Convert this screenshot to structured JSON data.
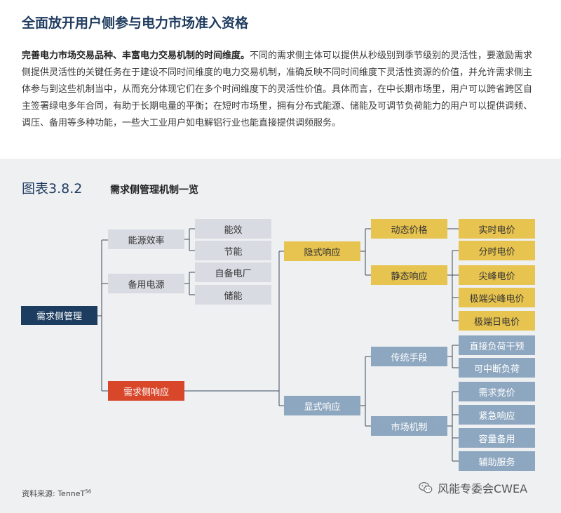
{
  "heading": "全面放开用户侧参与电力市场准入资格",
  "paragraph": {
    "lead": "完善电力市场交易品种、丰富电力交易机制的时间维度。",
    "body": "不同的需求侧主体可以提供从秒级别到季节级别的灵活性，要激励需求侧提供灵活性的关键任务在于建设不同时间维度的电力交易机制，准确反映不同时间维度下灵活性资源的价值，并允许需求侧主体参与到这些机制当中，从而充分体现它们在多个时间维度下的灵活性价值。具体而言，在中长期市场里，用户可以跨省跨区自主签署绿电多年合同，有助于长期电量的平衡；在短时市场里，拥有分布式能源、储能及可调节负荷能力的用户可以提供调频、调压、备用等多种功能，一些大工业用户如电解铝行业也能直接提供调频服务。"
  },
  "figure": {
    "number": "图表3.8.2",
    "title": "需求侧管理机制一览",
    "nodes": {
      "root": "需求侧管理",
      "energy_efficiency": "能源效率",
      "backup_power": "备用电源",
      "demand_response": "需求侧响应",
      "energy_eff": "能效",
      "energy_saving": "节能",
      "own_plant": "自备电厂",
      "storage": "储能",
      "implicit": "隐式响应",
      "explicit": "显式响应",
      "dynamic_price": "动态价格",
      "static_response": "静态响应",
      "realtime_price": "实时电价",
      "tou_price": "分时电价",
      "peak_price": "尖峰电价",
      "extreme_peak_price": "极端尖峰电价",
      "extreme_day_price": "极端日电价",
      "traditional": "传统手段",
      "market_mech": "市场机制",
      "direct_load": "直接负荷干预",
      "interruptible": "可中断负荷",
      "demand_bidding": "需求竞价",
      "emergency": "紧急响应",
      "capacity_reserve": "容量备用",
      "ancillary": "辅助服务"
    }
  },
  "source": {
    "label": "资料来源: TenneT",
    "ref": "56"
  },
  "watermark": "风能专委会CWEA",
  "colors": {
    "dark": "#1c3d5f",
    "red": "#d9472b",
    "grey": "#d8dbe2",
    "blue": "#8ea7c0",
    "gold": "#e7c34f",
    "heading": "#1f3b5e"
  }
}
